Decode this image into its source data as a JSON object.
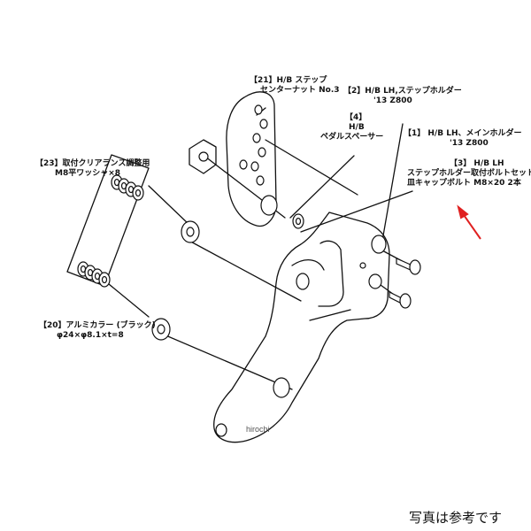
{
  "labels": [
    {
      "id": "part-21",
      "lines": [
        "【21】H/B ステップ",
        "センターナット No.3"
      ]
    },
    {
      "id": "part-2",
      "lines": [
        "【2】H/B LH,ステップホルダー",
        "'13 Z800"
      ]
    },
    {
      "id": "part-4",
      "lines": [
        "【4】",
        "H/B",
        "ペダルスペーサー"
      ]
    },
    {
      "id": "part-1",
      "lines": [
        "【1】 H/B LH、メインホルダー",
        "'13 Z800"
      ]
    },
    {
      "id": "part-23",
      "lines": [
        "【23】取付クリアランス調整用",
        "M8平ワッシャ×8"
      ]
    },
    {
      "id": "part-3",
      "lines": [
        "【3】 H/B LH",
        "ステップホルダー取付ボルトセット",
        "皿キャップボルト M8×20 2本"
      ]
    },
    {
      "id": "part-20",
      "lines": [
        "【20】アルミカラー (ブラック)",
        "φ24×φ8.1×t=8"
      ]
    }
  ],
  "watermark": "hirochi",
  "caption": "写真は参考です",
  "colors": {
    "line": "#111111",
    "arrow": "#e02020",
    "background": "#ffffff"
  }
}
